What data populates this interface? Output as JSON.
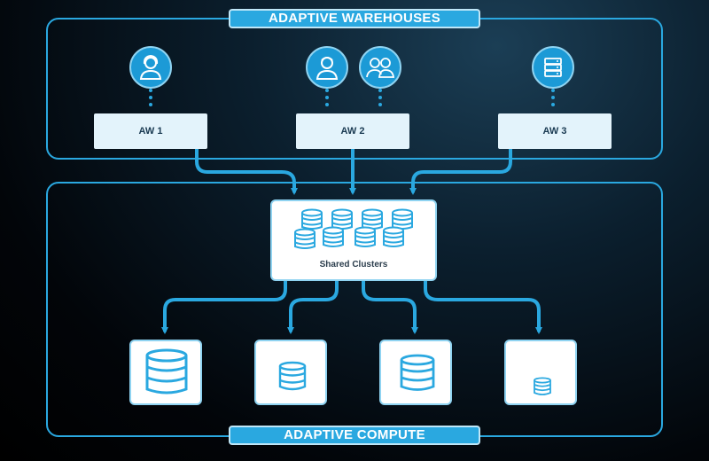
{
  "top_section": {
    "title": "ADAPTIVE WAREHOUSES"
  },
  "bottom_section": {
    "title": "ADAPTIVE COMPUTE"
  },
  "warehouses": [
    {
      "label": "AW 1",
      "icons": [
        "user-icon"
      ]
    },
    {
      "label": "AW 2",
      "icons": [
        "user-icon",
        "users-group-icon"
      ]
    },
    {
      "label": "AW 3",
      "icons": [
        "server-icon"
      ]
    }
  ],
  "shared": {
    "label": "Shared Clusters"
  },
  "compute_nodes": [
    "database-icon-large",
    "database-icon-medium",
    "database-icon-large",
    "database-icon-small"
  ],
  "colors": {
    "accent": "#2aa8e0",
    "box_fill": "#e3f3fb",
    "icon_fill": "#1c9ad6"
  }
}
